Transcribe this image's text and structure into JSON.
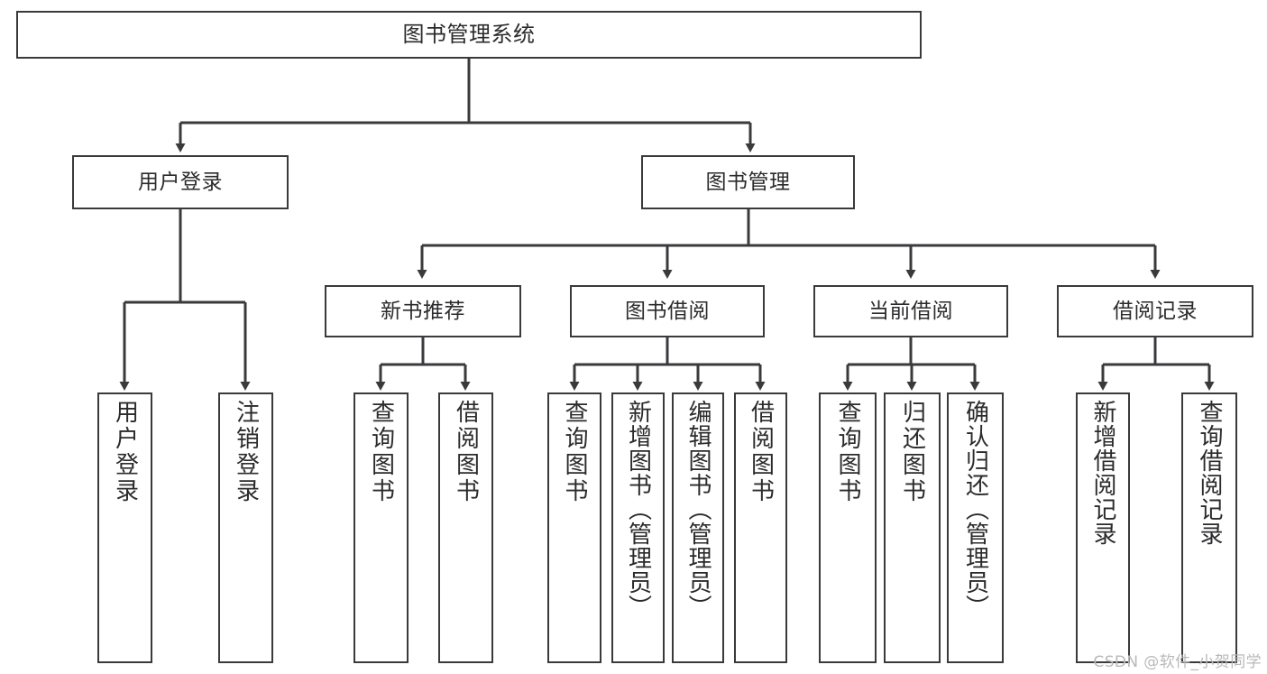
{
  "diagram": {
    "title": "图书管理系统",
    "type": "tree",
    "watermark": "CSDN @软件_小贺同学",
    "colors": {
      "box_border": "#3a3a3c",
      "box_fill": "#ffffff",
      "text": "#2b2b2d",
      "connector": "#3a3a3c",
      "background": "#ffffff",
      "watermark": "#b9b9bb"
    },
    "root": {
      "label": "图书管理系统"
    },
    "level1": [
      {
        "label": "用户登录"
      },
      {
        "label": "图书管理"
      }
    ],
    "level2": [
      {
        "label": "新书推荐"
      },
      {
        "label": "图书借阅"
      },
      {
        "label": "当前借阅"
      },
      {
        "label": "借阅记录"
      }
    ],
    "leaves": {
      "user_login": [
        {
          "label": "用户登录"
        },
        {
          "label": "注销登录"
        }
      ],
      "new_book": [
        {
          "label": "查询图书"
        },
        {
          "label": "借阅图书"
        }
      ],
      "book_borrow": [
        {
          "label": "查询图书"
        },
        {
          "label": "新增图书（管理员）"
        },
        {
          "label": "编辑图书（管理员）"
        },
        {
          "label": "借阅图书"
        }
      ],
      "current_borrow": [
        {
          "label": "查询图书"
        },
        {
          "label": "归还图书"
        },
        {
          "label": "确认归还（管理员）"
        }
      ],
      "borrow_record": [
        {
          "label": "新增借阅记录"
        },
        {
          "label": "查询借阅记录"
        }
      ]
    }
  }
}
